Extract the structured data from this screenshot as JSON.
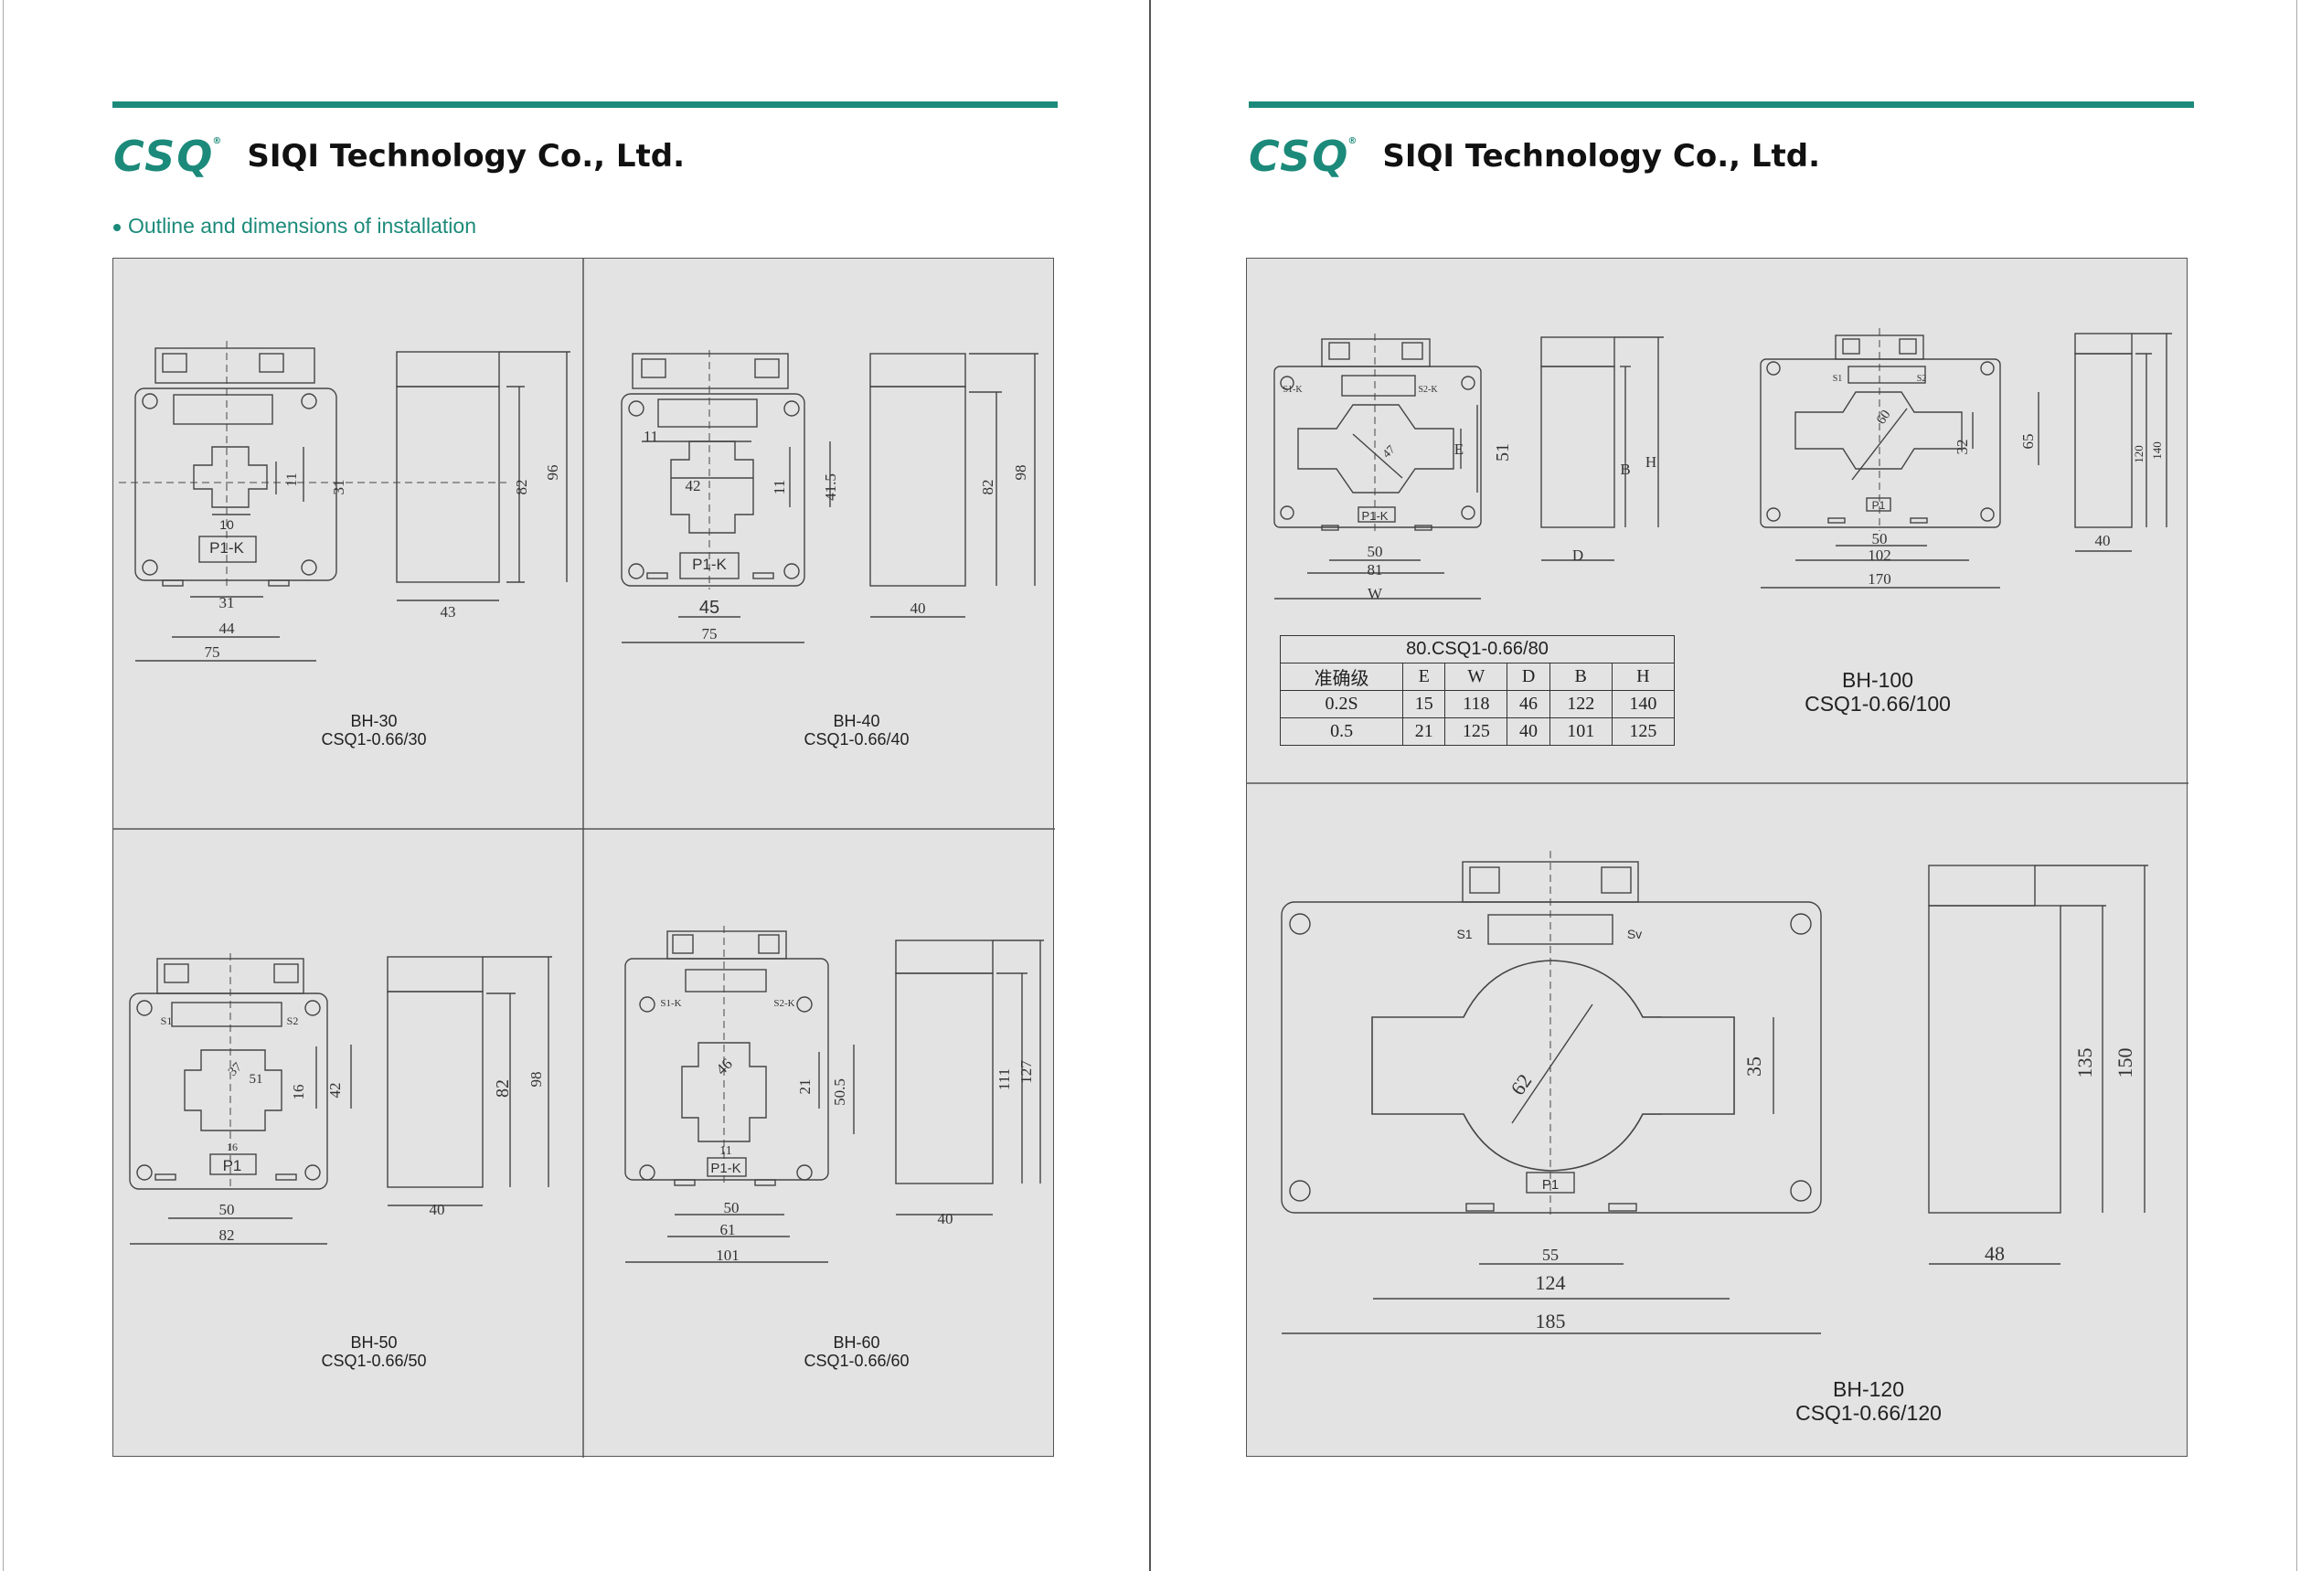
{
  "colors": {
    "accent": "#1c8a7a",
    "panel_bg": "#e3e3e3",
    "line": "#333333"
  },
  "header": {
    "logo": "CSQ",
    "logo_mark": "®",
    "company": "SIQI Technology Co., Ltd."
  },
  "section_title": "Outline and dimensions of installation",
  "left_page": {
    "drawings": [
      {
        "model": "BH-30",
        "type": "CSQ1-0.66/30",
        "dims": {
          "d1": "31",
          "d2": "44",
          "d3": "75",
          "d4": "10",
          "d5": "11",
          "d6": "31",
          "h1": "82",
          "h2": "96",
          "depth": "43",
          "label": "P1-K"
        }
      },
      {
        "model": "BH-40",
        "type": "CSQ1-0.66/40",
        "dims": {
          "d1": "11",
          "d2": "42",
          "d3": "45",
          "d4": "75",
          "d5": "11",
          "d6": "41.5",
          "h1": "82",
          "h2": "98",
          "depth": "40",
          "label": "P1-K"
        }
      },
      {
        "model": "BH-50",
        "type": "CSQ1-0.66/50",
        "dims": {
          "d1": "37",
          "d2": "51",
          "d3": "16",
          "d4": "16",
          "d5": "42",
          "d6": "50",
          "d7": "82",
          "h1": "82",
          "h2": "98",
          "depth": "40",
          "label": "P1",
          "s1": "S1",
          "s2": "S2"
        }
      },
      {
        "model": "BH-60",
        "type": "CSQ1-0.66/60",
        "dims": {
          "d1": "46",
          "d2": "21",
          "d3": "50.5",
          "d4": "11",
          "d5": "50",
          "d6": "61",
          "d7": "101",
          "h1": "111",
          "h2": "127",
          "depth": "40",
          "label": "P1-K",
          "s1": "S1-K",
          "s2": "S2-K"
        }
      }
    ]
  },
  "right_page": {
    "bh80": {
      "dims": {
        "d_phi": "47",
        "e": "E",
        "h51": "51",
        "b": "B",
        "h": "H",
        "w50": "50",
        "w81": "81",
        "w": "W",
        "d": "D",
        "label": "P1-K",
        "s1": "S1-K",
        "s2": "S2-K"
      },
      "table": {
        "title": "80.CSQ1-0.66/80",
        "headers": [
          "准确级",
          "E",
          "W",
          "D",
          "B",
          "H"
        ],
        "rows": [
          [
            "0.2S",
            "15",
            "118",
            "46",
            "122",
            "140"
          ],
          [
            "0.5",
            "21",
            "125",
            "40",
            "101",
            "125"
          ]
        ]
      }
    },
    "bh100": {
      "model": "BH-100",
      "type": "CSQ1-0.66/100",
      "dims": {
        "phi": "60",
        "d32": "32",
        "d65": "65",
        "d50": "50",
        "d102": "102",
        "d170": "170",
        "h120": "120",
        "h140": "140",
        "depth": "40",
        "label": "P1",
        "s1": "S1",
        "s2": "S2"
      }
    },
    "bh120": {
      "model": "BH-120",
      "type": "CSQ1-0.66/120",
      "dims": {
        "phi": "62",
        "d35": "35",
        "d55": "55",
        "d124": "124",
        "d185": "185",
        "h135": "135",
        "h150": "150",
        "depth": "48",
        "label": "P1",
        "s1": "S1",
        "s2": "Sv"
      }
    }
  }
}
